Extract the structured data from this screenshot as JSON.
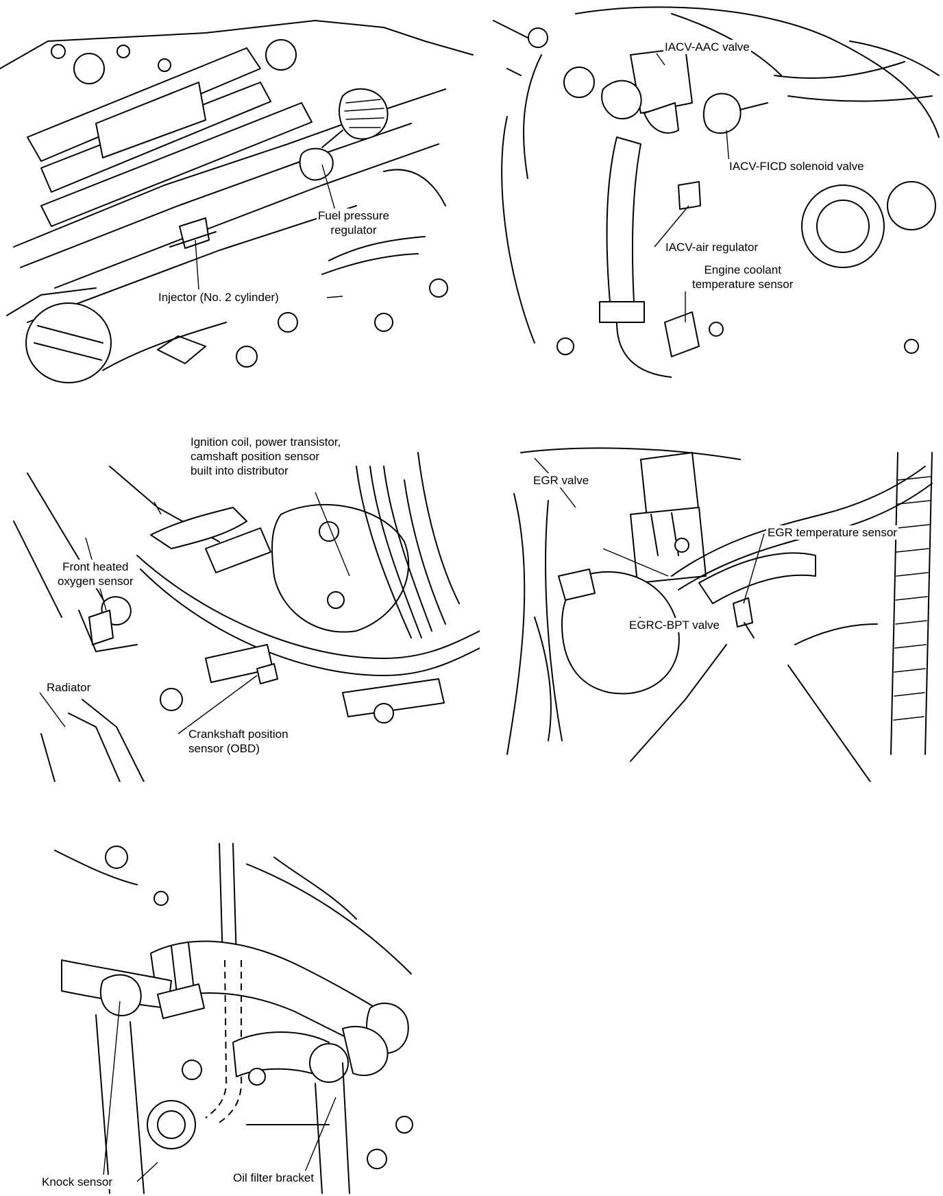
{
  "panels": [
    {
      "id": "fuel",
      "labels": {
        "fuel_pressure_regulator": [
          "Fuel pressure",
          "regulator"
        ],
        "injector": "Injector (No. 2 cylinder)"
      }
    },
    {
      "id": "iacv",
      "labels": {
        "iacv_aac_valve": "IACV-AAC valve",
        "iacv_ficd_solenoid_valve": "IACV-FICD solenoid valve",
        "iacv_air_regulator": "IACV-air regulator",
        "engine_coolant_temperature_sensor": [
          "Engine coolant",
          "temperature sensor"
        ]
      }
    },
    {
      "id": "ignition",
      "labels": {
        "ignition_coil": [
          "Ignition coil, power transistor,",
          "camshaft position sensor",
          "built into distributor"
        ],
        "front_heated_oxygen_sensor": [
          "Front heated",
          "oxygen sensor"
        ],
        "radiator": "Radiator",
        "crankshaft_position_sensor": [
          "Crankshaft position",
          "sensor (OBD)"
        ]
      }
    },
    {
      "id": "egr",
      "labels": {
        "egr_valve": "EGR valve",
        "egr_temperature_sensor": "EGR temperature sensor",
        "egrc_bpt_valve": "EGRC-BPT valve"
      }
    },
    {
      "id": "knock",
      "labels": {
        "knock_sensor": "Knock sensor",
        "oil_filter_bracket": "Oil filter bracket"
      }
    }
  ]
}
